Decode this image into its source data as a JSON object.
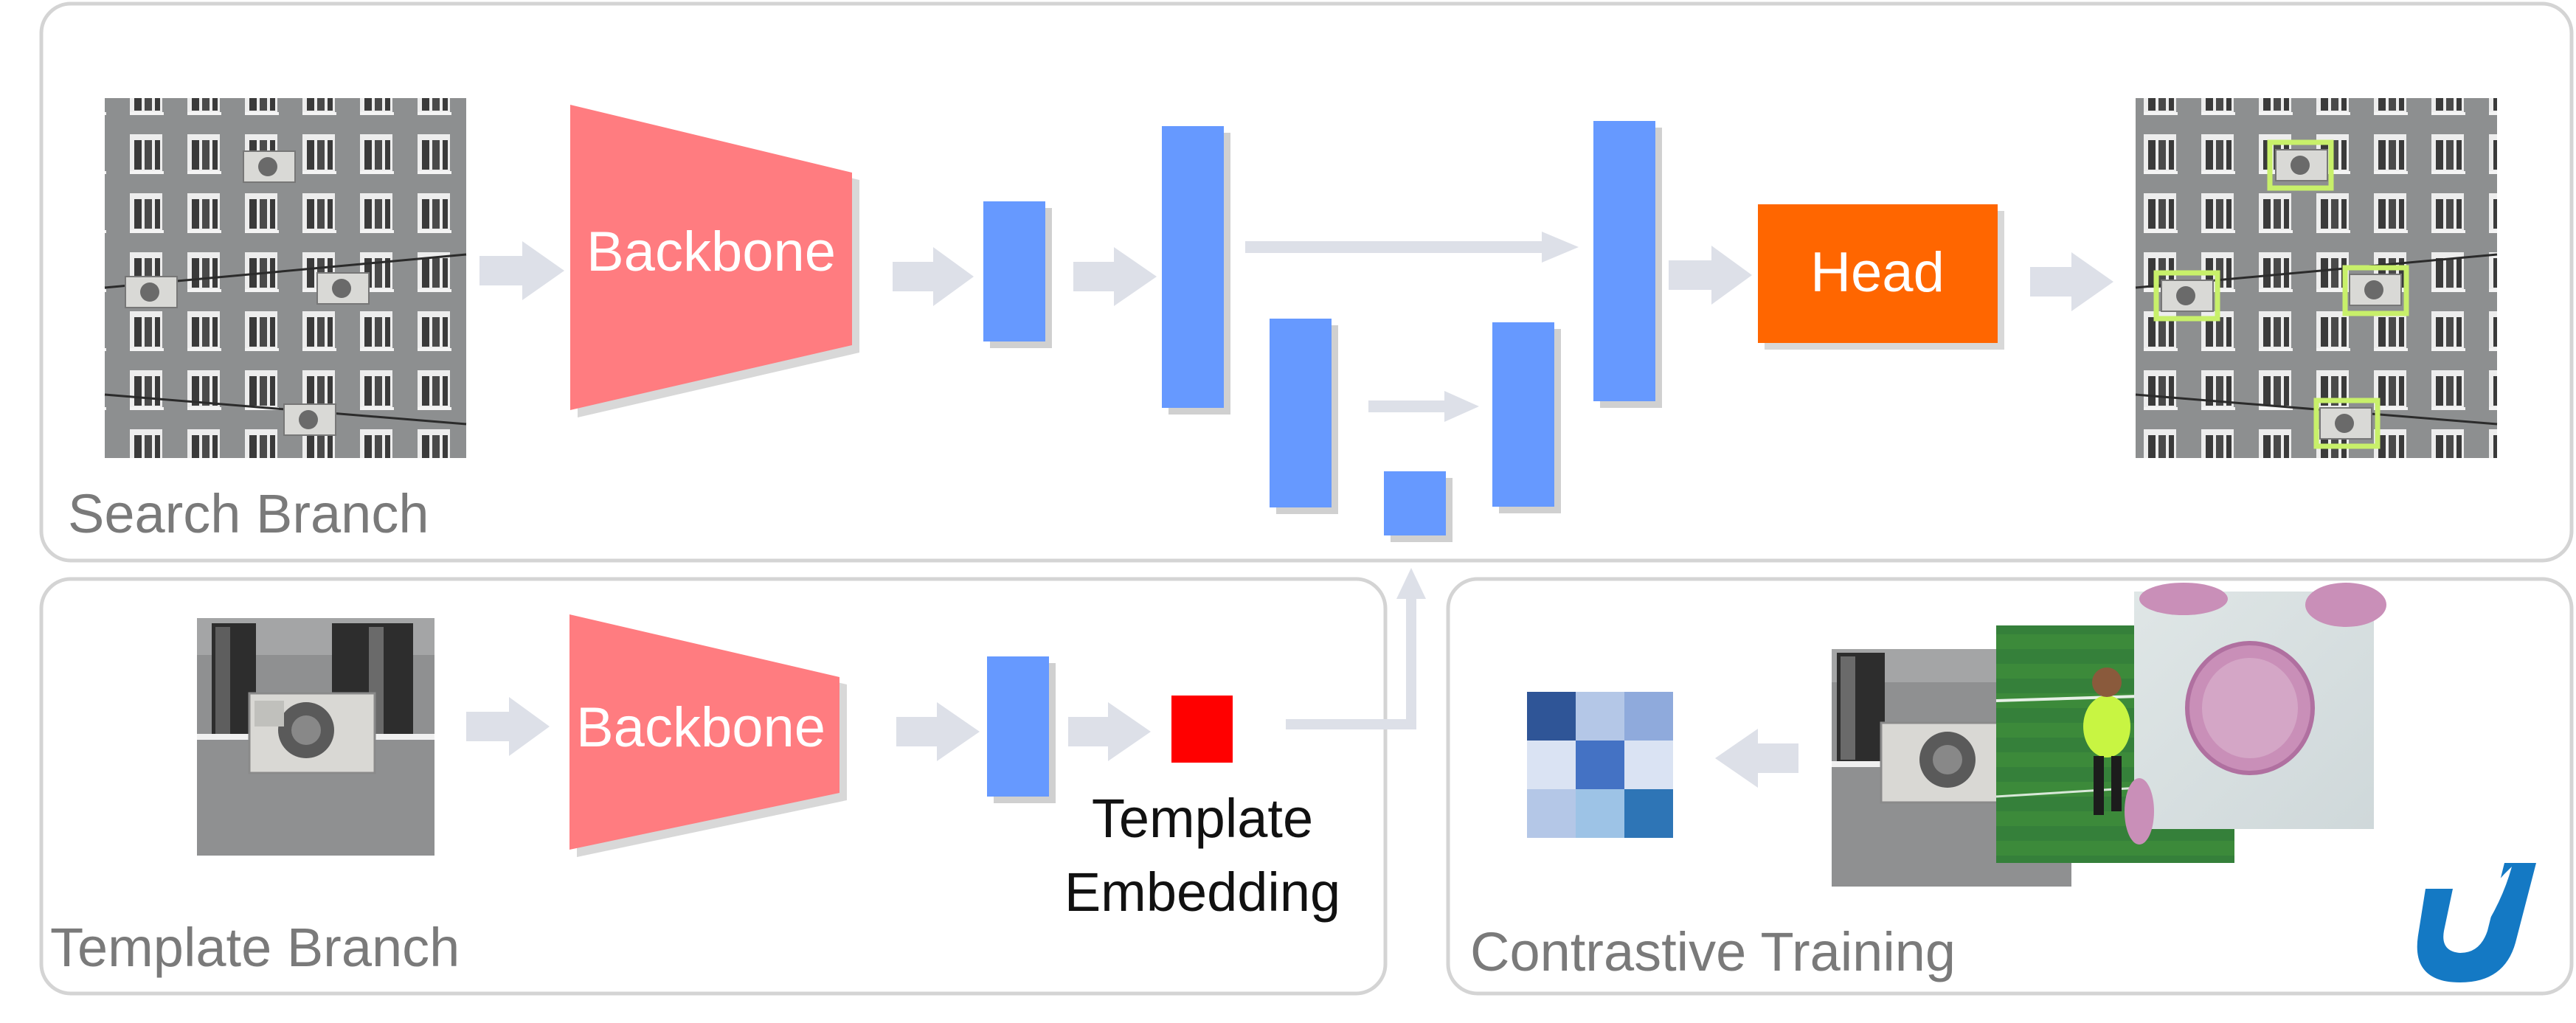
{
  "search_branch": {
    "label": "Search Branch",
    "backbone_label": "Backbone",
    "head_label": "Head"
  },
  "template_branch": {
    "label": "Template Branch",
    "backbone_label": "Backbone",
    "embedding_label_line1": "Template",
    "embedding_label_line2": "Embedding"
  },
  "contrastive_training": {
    "label": "Contrastive Training"
  },
  "colors": {
    "panel_border": "#d4d4d4",
    "backbone": "#ff7c80",
    "feature": "#6699ff",
    "head": "#ff6600",
    "embedding": "#ff0000",
    "arrow": "#dde0e8",
    "box": "#c8f06a",
    "label_gray": "#7a7a7a",
    "logo": "#1479c4"
  },
  "icons": {
    "logo": "u-feather-logo-icon"
  }
}
